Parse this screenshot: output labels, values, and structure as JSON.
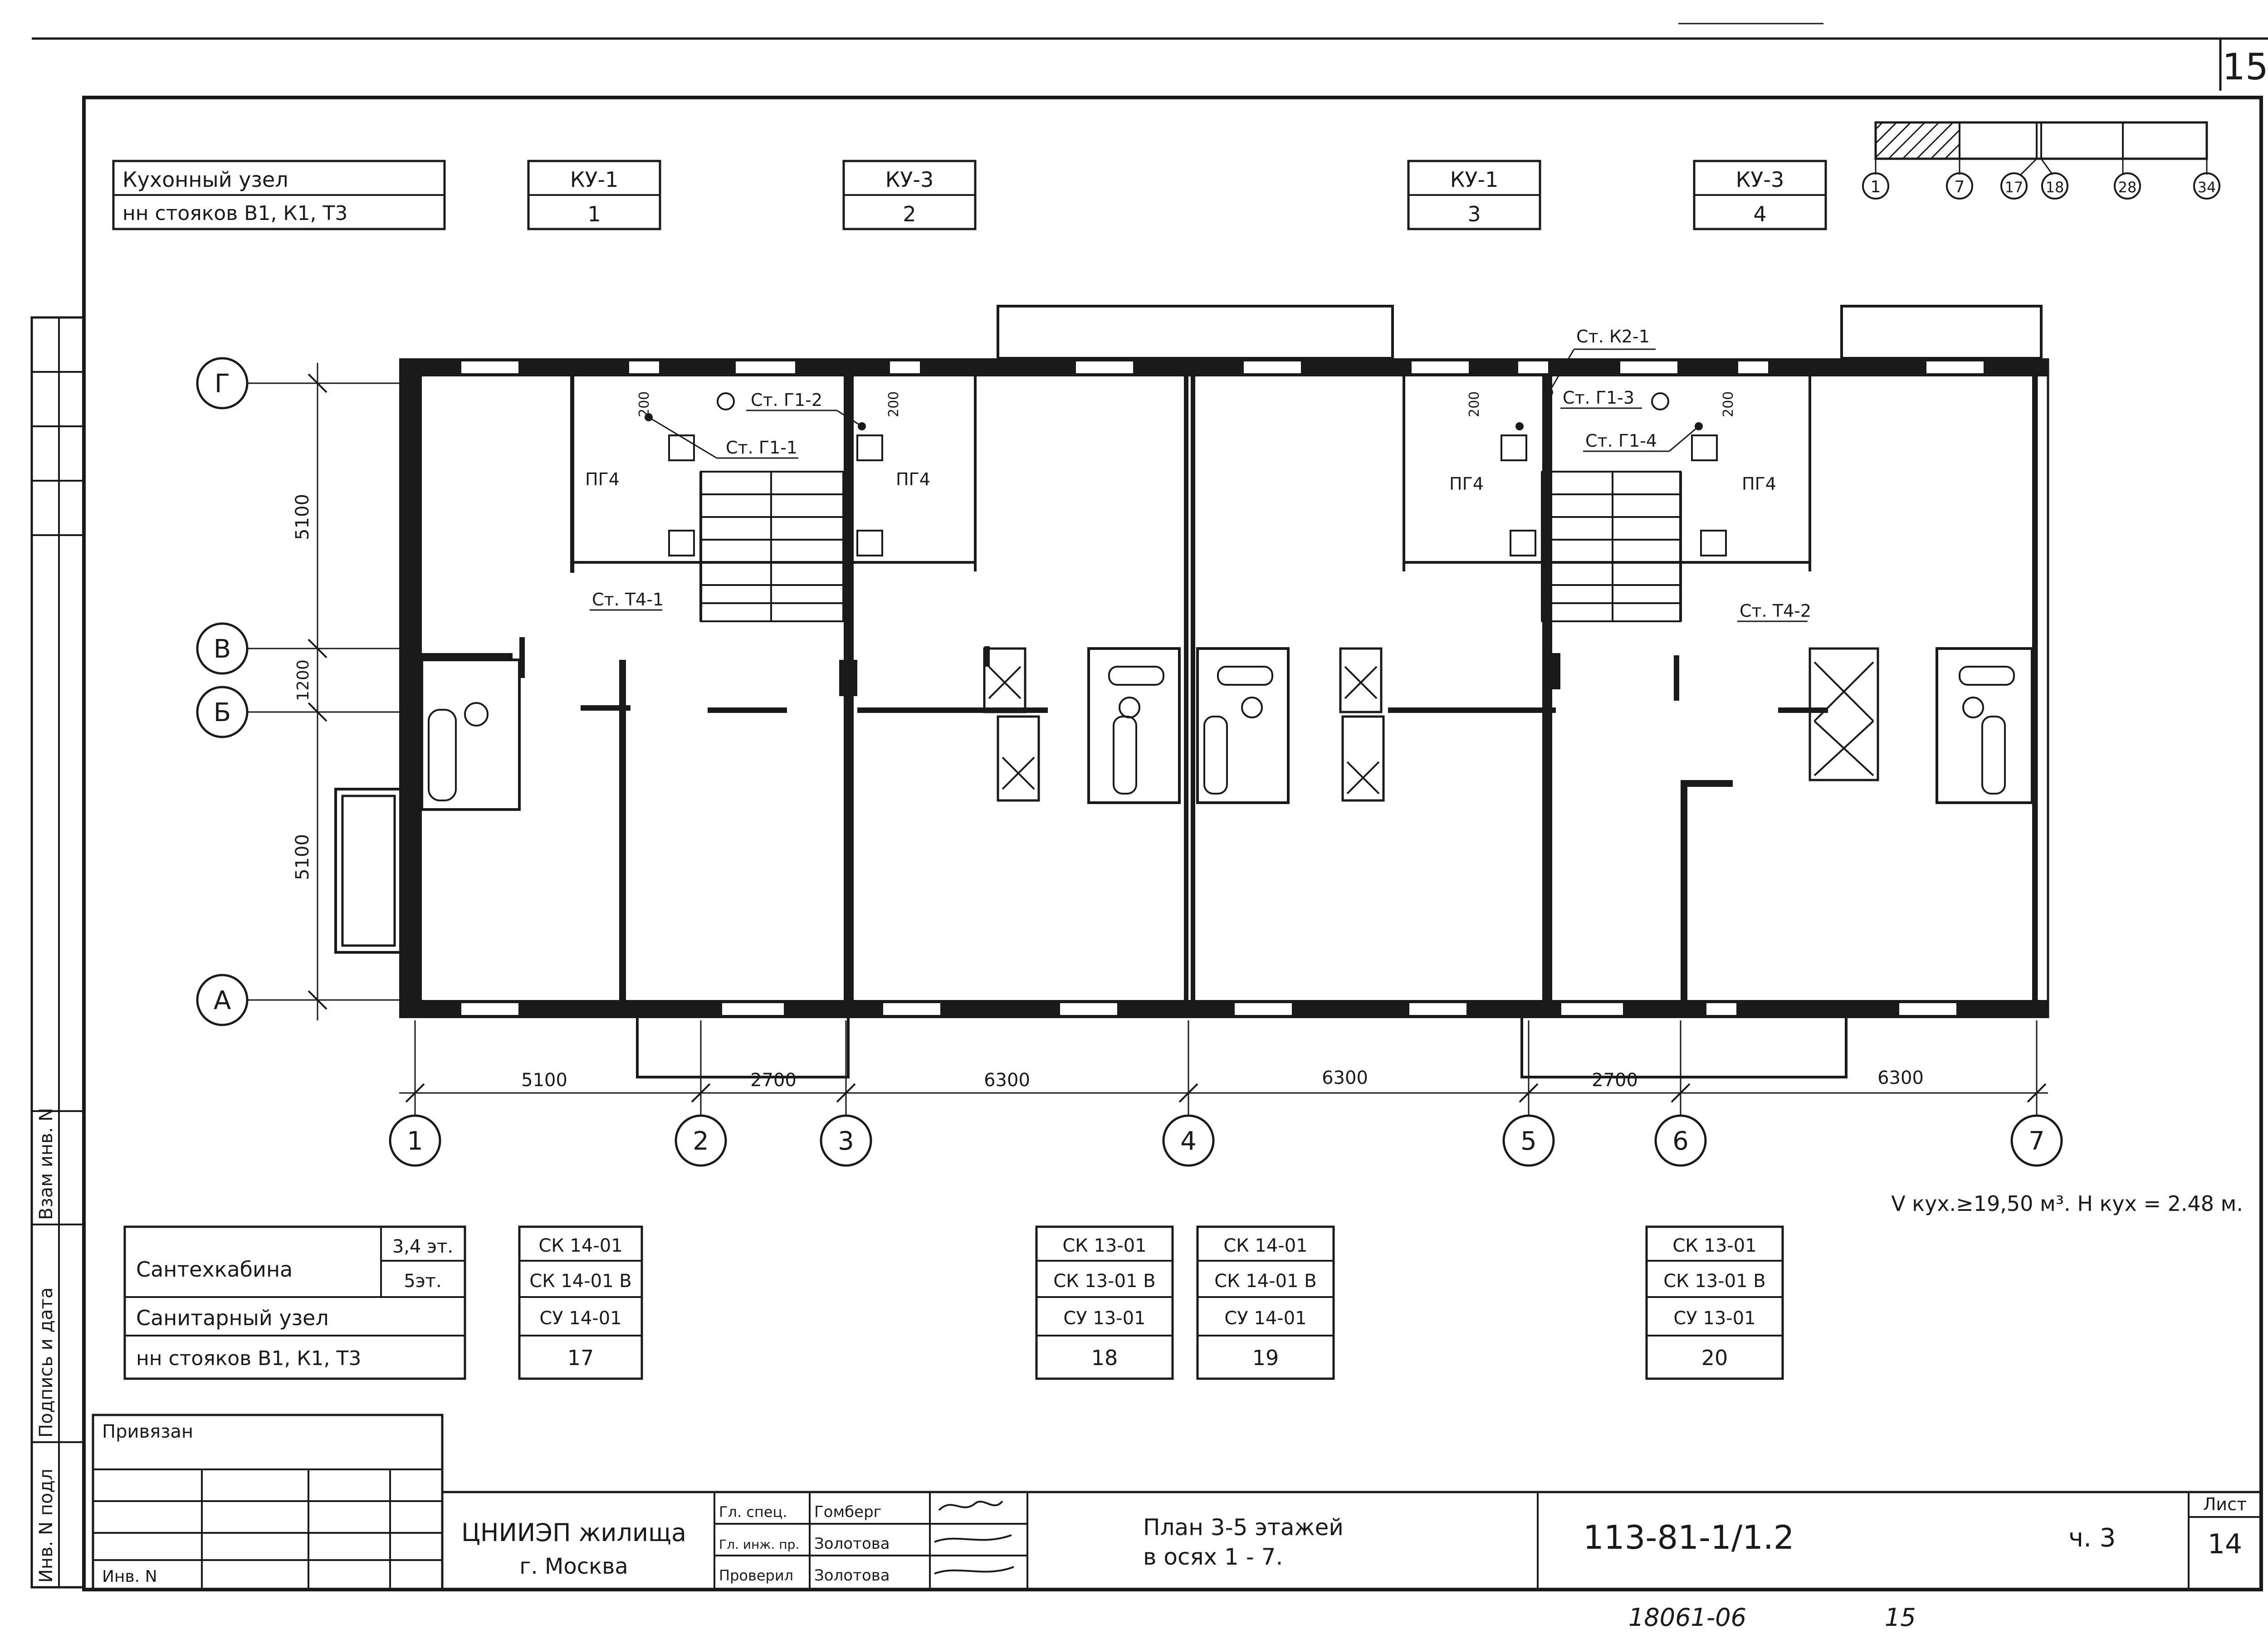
{
  "sheet": {
    "corner_number": "15",
    "bottom_note": "18061-06",
    "bottom_note_page": "15",
    "volume_formula": "V кух.≥19,50 м³. Н кух = 2.48 м."
  },
  "side_stamp": {
    "inv_podl": "Инв. N подл",
    "podpis_data": "Подпись и дата",
    "vzam_inv": "Взам инв. N"
  },
  "kitchen_table": {
    "title": "Кухонный узел",
    "riser_label": "нн стояков В1, К1, Т3",
    "columns": [
      {
        "type": "КУ-1",
        "num": "1"
      },
      {
        "type": "КУ-3",
        "num": "2"
      },
      {
        "type": "КУ-1",
        "num": "3"
      },
      {
        "type": "КУ-3",
        "num": "4"
      }
    ]
  },
  "key_plan": {
    "labels": [
      "1",
      "7",
      "17",
      "18",
      "28",
      "34"
    ]
  },
  "plan": {
    "row_axes": [
      "Г",
      "В",
      "Б",
      "А"
    ],
    "row_dims": [
      "5100",
      "1200",
      "5100"
    ],
    "col_axes": [
      "1",
      "2",
      "3",
      "4",
      "5",
      "6",
      "7"
    ],
    "col_dims": [
      "5100",
      "2700",
      "6300",
      "6300",
      "2700",
      "6300"
    ],
    "risers": [
      "Ст. Г1-2",
      "Ст. Г1-1",
      "Ст. Т4-1",
      "Ст. К2-1",
      "Ст. Г1-3",
      "Ст. Г1-4",
      "Ст. Т4-2"
    ],
    "pg4": [
      "ПГ4",
      "ПГ4",
      "ПГ4",
      "ПГ4"
    ],
    "dim200": [
      "200",
      "200",
      "200",
      "200"
    ]
  },
  "sanitary_table": {
    "row1": "Сантехкабина",
    "floor_a": "3,4 эт.",
    "floor_b": "5эт.",
    "row2": "Санитарный узел",
    "row3": "нн стояков В1, К1, Т3",
    "groups": [
      {
        "a": "СК 14-01",
        "b": "СК 14-01 В",
        "c": "СУ 14-01",
        "n": "17"
      },
      {
        "a": "СК 13-01",
        "b": "СК 13-01 В",
        "c": "СУ 13-01",
        "n": "18"
      },
      {
        "a": "СК 14-01",
        "b": "СК 14-01 В",
        "c": "СУ 14-01",
        "n": "19"
      },
      {
        "a": "СК 13-01",
        "b": "СК 13-01 В",
        "c": "СУ 13-01",
        "n": "20"
      }
    ]
  },
  "title_block": {
    "privyazan": "Привязан",
    "inv_n": "Инв. N",
    "org_line1": "ЦНИИЭП жилища",
    "org_line2": "г. Москва",
    "roles": [
      "Гл. спец.",
      "Гл. инж. пр.",
      "Проверил"
    ],
    "names": [
      "Гомберг",
      "Золотова",
      "Золотова"
    ],
    "drawing_title_1": "План 3-5 этажей",
    "drawing_title_2": "в осях 1 - 7.",
    "code": "113-81-1/1.2",
    "part": "ч. 3",
    "sheet_label": "Лист",
    "sheet_num": "14"
  }
}
